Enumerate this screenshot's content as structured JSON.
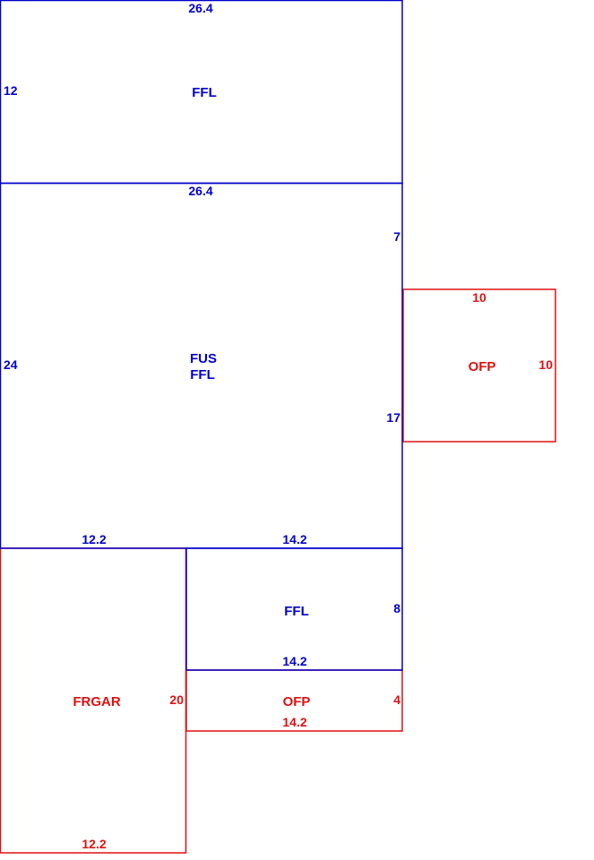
{
  "colors": {
    "living": "#0000cc",
    "exterior": "#dd1111"
  },
  "areas": {
    "upper_ffl": {
      "code": "FFL",
      "top": "26.4",
      "left": "12"
    },
    "main": {
      "code_line1": "FUS",
      "code_line2": "FFL",
      "top": "26.4",
      "left": "24",
      "right_upper": "7",
      "right_lower": "17",
      "bottom_left": "12.2",
      "bottom_right": "14.2"
    },
    "lower_ffl": {
      "code": "FFL",
      "right": "8",
      "bottom": "14.2"
    },
    "porch_right": {
      "code": "OFP",
      "top": "10",
      "right": "10"
    },
    "porch_bottom": {
      "code": "OFP",
      "right": "4",
      "bottom": "14.2"
    },
    "garage": {
      "code": "FRGAR",
      "right": "20",
      "bottom": "12.2"
    }
  }
}
